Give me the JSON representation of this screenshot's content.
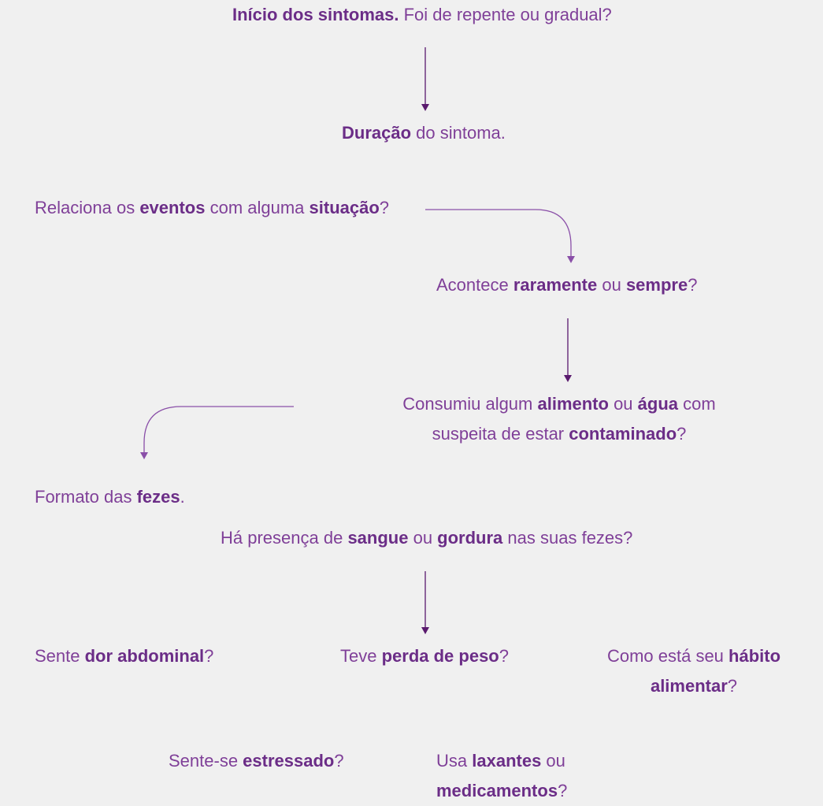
{
  "colors": {
    "background": "#f0f0f0",
    "text": "#7f3f98",
    "bold_text": "#6b2d87",
    "arrow": "#5a1a6e",
    "arrow_light": "#8a4fa8"
  },
  "nodes": {
    "inicio": {
      "b1": "Início dos sintomas.",
      "t1": " Foi de repente ou gradual?"
    },
    "duracao": {
      "b1": "Duração",
      "t1": " do sintoma."
    },
    "relaciona": {
      "t0": "Relaciona os ",
      "b1": "eventos",
      "t1": " com alguma ",
      "b2": "situação",
      "t2": "?"
    },
    "acontece": {
      "t0": "Acontece ",
      "b1": "raramente",
      "t1": " ou ",
      "b2": "sempre",
      "t2": "?"
    },
    "consumiu": {
      "t0": "Consumiu algum ",
      "b1": "alimento",
      "t1": " ou ",
      "b2": "água",
      "t2": " com",
      "t3": "suspeita de estar ",
      "b3": "contaminado",
      "t4": "?"
    },
    "formato": {
      "t0": "Formato das ",
      "b1": "fezes",
      "t1": "."
    },
    "presenca": {
      "t0": "Há presença de ",
      "b1": "sangue",
      "t1": " ou ",
      "b2": "gordura",
      "t2": " nas suas fezes?"
    },
    "dor": {
      "t0": "Sente ",
      "b1": "dor abdominal",
      "t1": "?"
    },
    "perda": {
      "t0": "Teve ",
      "b1": "perda de peso",
      "t1": "?"
    },
    "habito": {
      "t0": "Como está seu ",
      "b1": "hábito",
      "b2": "alimentar",
      "t2": "?"
    },
    "estressado": {
      "t0": "Sente-se ",
      "b1": "estressado",
      "t1": "?"
    },
    "laxantes": {
      "t0": "Usa ",
      "b1": "laxantes",
      "t1": " ou",
      "b2": "medicamentos",
      "t2": "?"
    }
  }
}
